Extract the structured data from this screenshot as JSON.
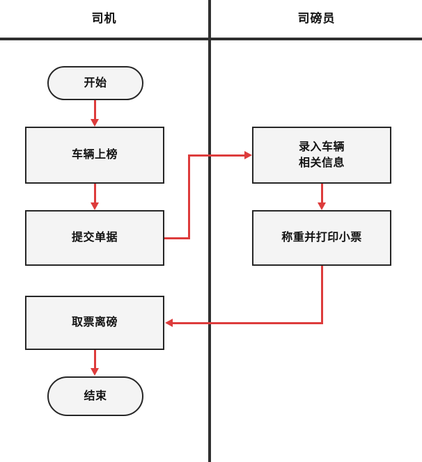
{
  "diagram": {
    "type": "swimlane-flowchart",
    "accent_color": "#dd3c3c",
    "node_fill": "#f4f4f4",
    "node_border": "#262626",
    "lane_line_color": "#303030"
  },
  "lanes": [
    {
      "id": "driver",
      "title": "司机"
    },
    {
      "id": "weigher",
      "title": "司磅员"
    }
  ],
  "nodes": [
    {
      "id": "start",
      "lane": "driver",
      "shape": "terminator",
      "label": "开始"
    },
    {
      "id": "on-scale",
      "lane": "driver",
      "shape": "process",
      "label": "车辆上榜"
    },
    {
      "id": "submit",
      "lane": "driver",
      "shape": "process",
      "label": "提交单据"
    },
    {
      "id": "enter-info",
      "lane": "weigher",
      "shape": "process",
      "label_line1": "录入车辆",
      "label_line2": "相关信息"
    },
    {
      "id": "weigh",
      "lane": "weigher",
      "shape": "process",
      "label": "称重并打印小票"
    },
    {
      "id": "take-ticket",
      "lane": "driver",
      "shape": "process",
      "label": "取票离磅"
    },
    {
      "id": "end",
      "lane": "driver",
      "shape": "terminator",
      "label": "结束"
    }
  ],
  "edges": [
    {
      "id": "e1",
      "from": "start",
      "to": "on-scale",
      "label": ""
    },
    {
      "id": "e2",
      "from": "on-scale",
      "to": "submit",
      "label": ""
    },
    {
      "id": "e3",
      "from": "submit",
      "to": "enter-info",
      "label": ""
    },
    {
      "id": "e4",
      "from": "enter-info",
      "to": "weigh",
      "label": ""
    },
    {
      "id": "e5",
      "from": "weigh",
      "to": "take-ticket",
      "label": ""
    },
    {
      "id": "e6",
      "from": "take-ticket",
      "to": "end",
      "label": ""
    }
  ]
}
